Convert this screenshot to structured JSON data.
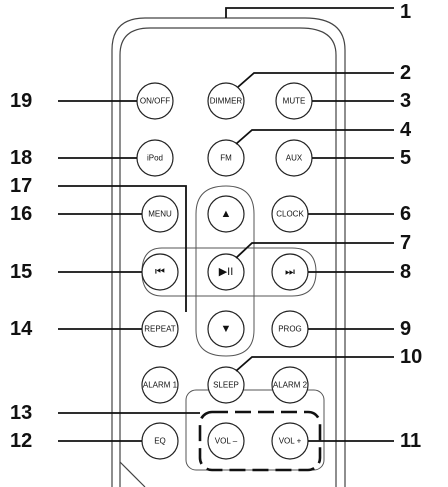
{
  "remote": {
    "buttons": {
      "on_off": "ON/OFF",
      "dimmer": "DIMMER",
      "mute": "MUTE",
      "ipod": "iPod",
      "fm": "FM",
      "aux": "AUX",
      "menu": "MENU",
      "up": "▲",
      "clock": "CLOCK",
      "prev": "⏮",
      "play_pause": "▶II",
      "next": "⏭",
      "repeat": "REPEAT",
      "down": "▼",
      "prog": "PROG",
      "alarm1": "ALARM 1",
      "sleep": "SLEEP",
      "alarm2": "ALARM 2",
      "eq": "EQ",
      "vol_minus": "VOL –",
      "vol_plus": "VOL +"
    }
  },
  "callouts": {
    "n1": "1",
    "n2": "2",
    "n3": "3",
    "n4": "4",
    "n5": "5",
    "n6": "6",
    "n7": "7",
    "n8": "8",
    "n9": "9",
    "n10": "10",
    "n11": "11",
    "n12": "12",
    "n13": "13",
    "n14": "14",
    "n15": "15",
    "n16": "16",
    "n17": "17",
    "n18": "18",
    "n19": "19"
  }
}
